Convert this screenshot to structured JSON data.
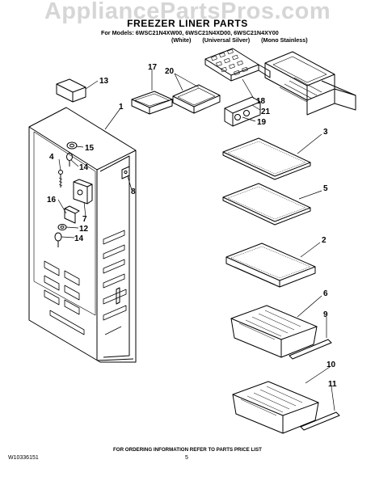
{
  "watermark": "AppliancePartsPros.com",
  "title": "FREEZER LINER PARTS",
  "models_line": "For Models: 6WSC21N4XW00, 6WSC21N4XD00, 6WSC21N4XY00",
  "variants": [
    "(White)",
    "(Universal Silver)",
    "(Mono Stainless)"
  ],
  "callouts": [
    "13",
    "1",
    "15",
    "4",
    "14",
    "8",
    "16",
    "7",
    "12",
    "14",
    "17",
    "20",
    "18",
    "21",
    "19",
    "3",
    "5",
    "2",
    "6",
    "9",
    "10",
    "11"
  ],
  "footer_note": "FOR ORDERING INFORMATION REFER TO PARTS PRICE LIST",
  "doc_number": "W10336151",
  "page_number": "5"
}
